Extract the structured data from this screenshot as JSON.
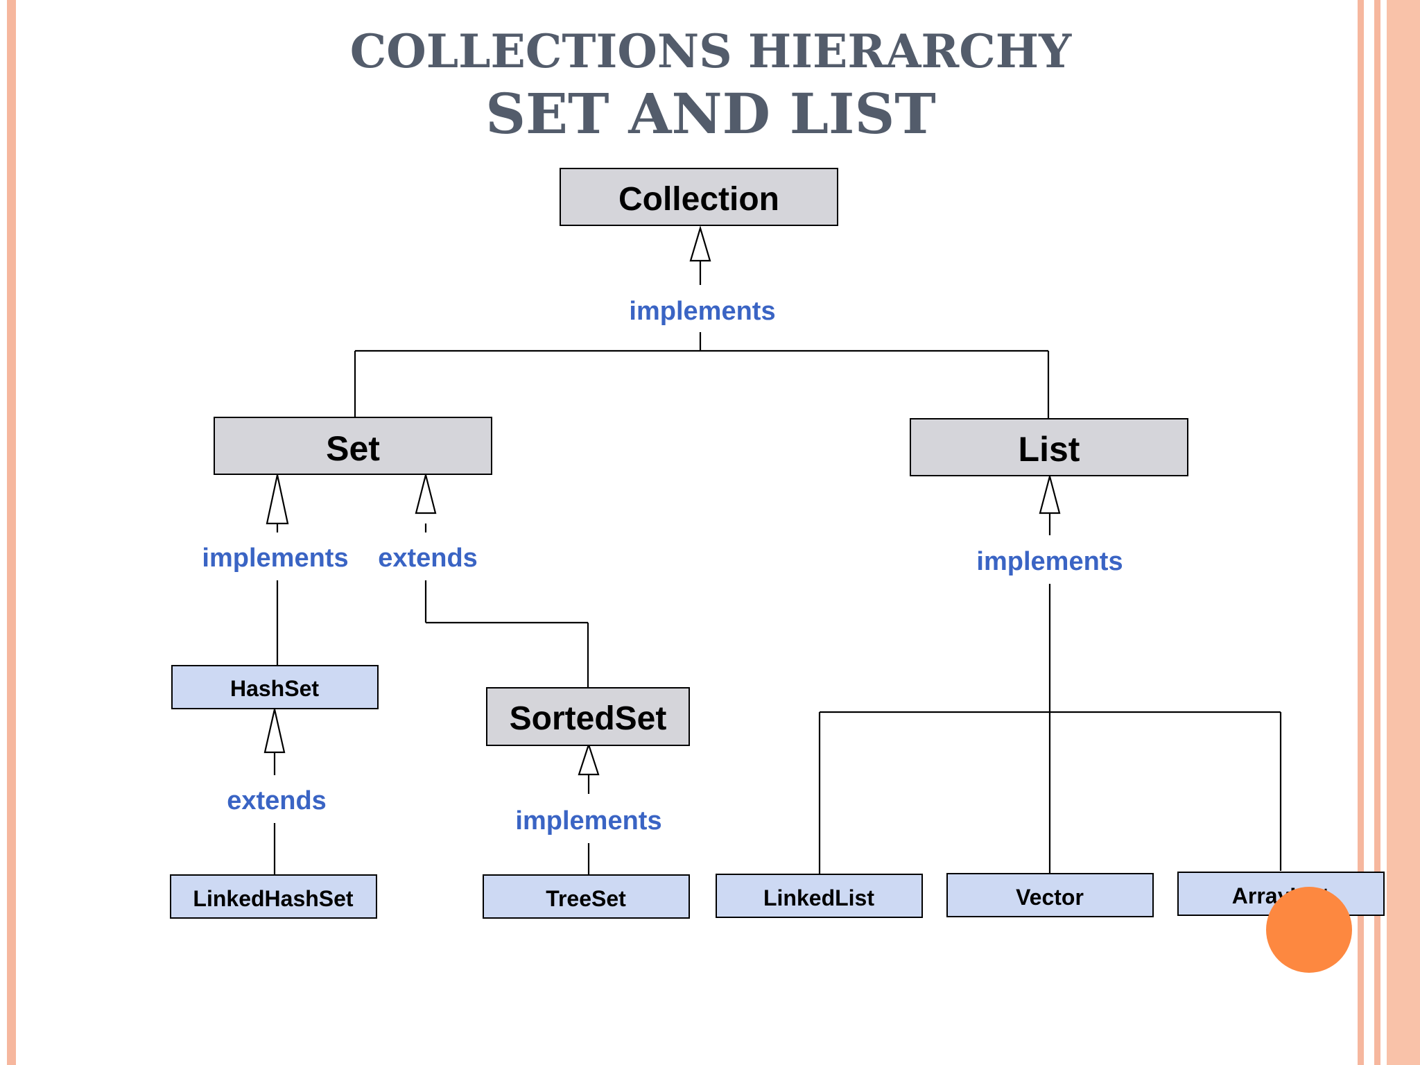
{
  "slide": {
    "title_line1": "COLLECTIONS HIERARCHY",
    "title_line2": "SET AND LIST",
    "colors": {
      "background": "#ffffff",
      "title": "#535c6b",
      "interface_box": "#d5d5da",
      "class_box": "#cdd9f3",
      "edge_label": "#3a64c4",
      "border_stripe": "#f6b79e",
      "accent_dot": "#fd8840"
    }
  },
  "nodes": {
    "collection": "Collection",
    "set": "Set",
    "list": "List",
    "hashset": "HashSet",
    "sortedset": "SortedSet",
    "linkedhashset": "LinkedHashSet",
    "treeset": "TreeSet",
    "linkedlist": "LinkedList",
    "vector": "Vector",
    "arraylist": "ArrayList"
  },
  "edge_labels": {
    "collection_implements": "implements",
    "set_implements": "implements",
    "set_extends": "extends",
    "list_implements": "implements",
    "hashset_extends": "extends",
    "sortedset_implements": "implements"
  }
}
